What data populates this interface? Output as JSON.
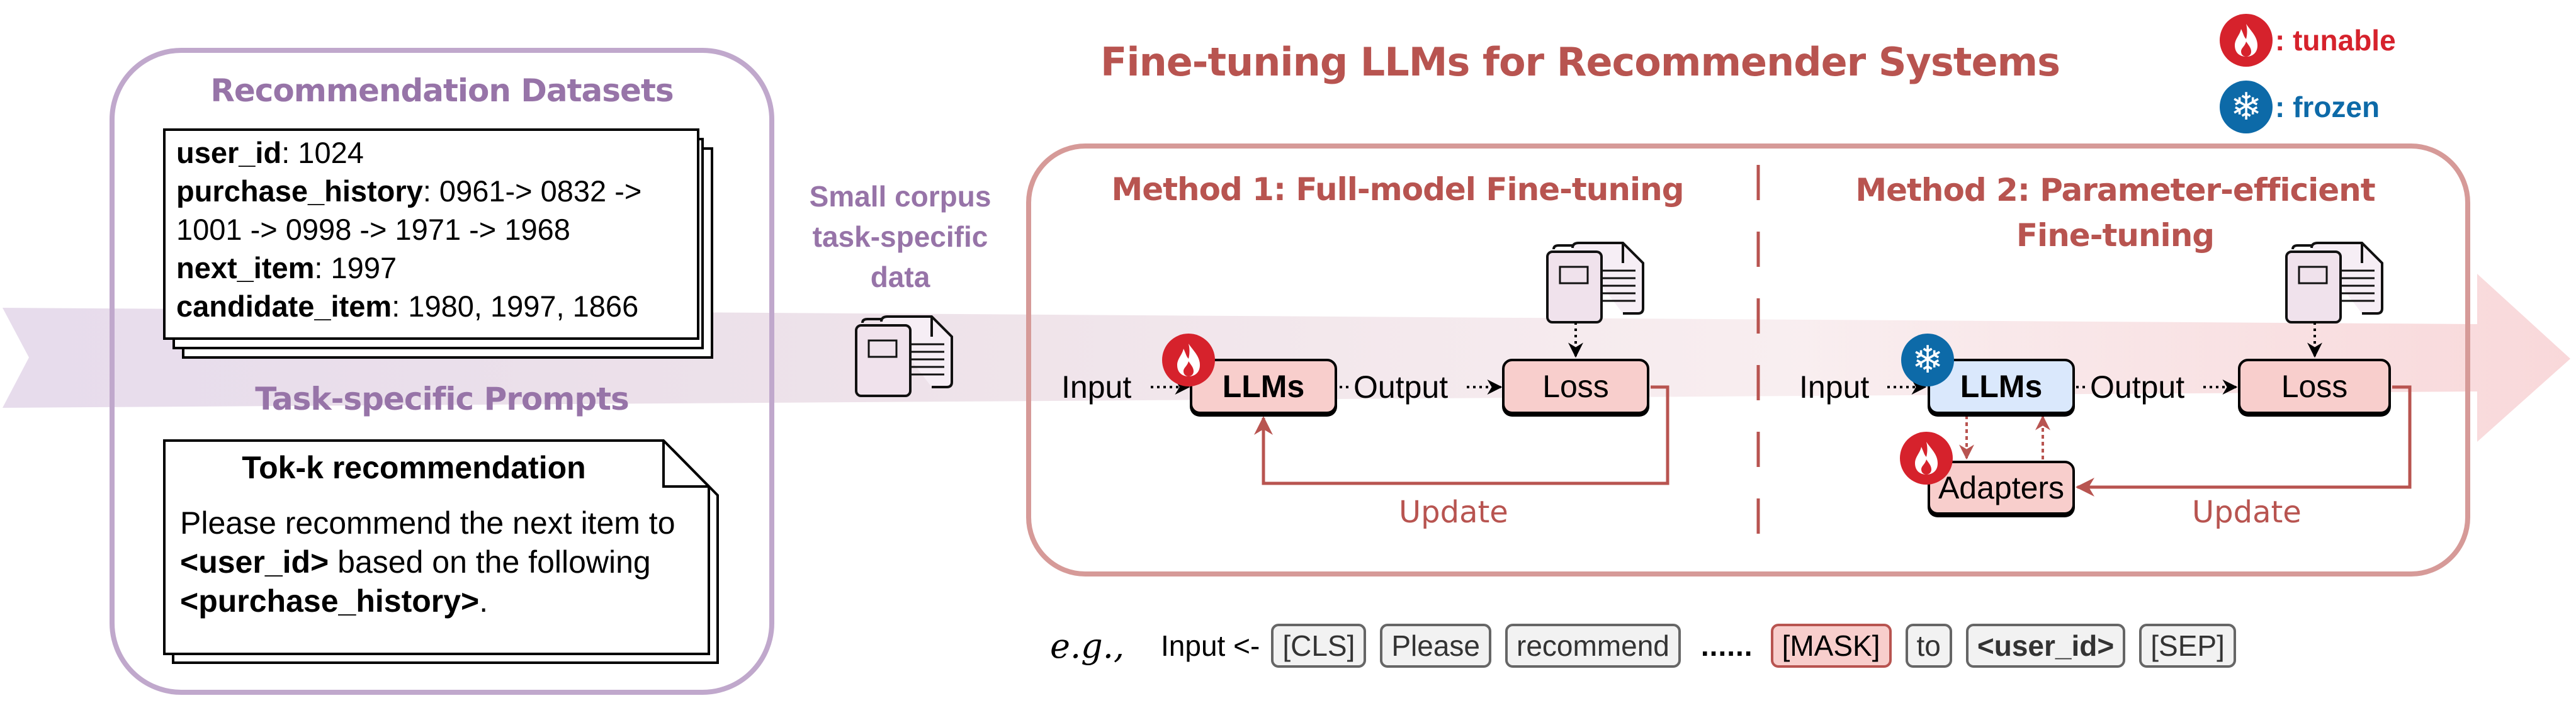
{
  "main_title": "Fine-tuning LLMs for Recommender Systems",
  "legend": {
    "tunable": {
      "icon": "flame-icon",
      "label": ": tunable",
      "color": "#d6222c"
    },
    "frozen": {
      "icon": "snowflake-icon",
      "label": ": frozen",
      "color": "#0d6aa8"
    }
  },
  "left_panel": {
    "datasets_title": "Recommendation Datasets",
    "dataset_record": [
      {
        "key": "user_id",
        "value": ": 1024"
      },
      {
        "key": "purchase_history",
        "value": ": 0961-> 0832 ->"
      },
      {
        "key": "",
        "value": "1001 -> 0998 -> 1971 -> 1968"
      },
      {
        "key": "next_item",
        "value": ": 1997"
      },
      {
        "key": "candidate_item",
        "value": ": 1980, 1997, 1866"
      }
    ],
    "prompts_title": "Task-specific Prompts",
    "prompt": {
      "title": "Tok-k recommendation",
      "line1": "Please recommend the next item to",
      "line2_bold": "<user_id>",
      "line2_rest": " based on the following",
      "line3_bold": "<purchase_history>",
      "line3_rest": "."
    }
  },
  "corpus_label": [
    "Small corpus",
    "task-specific",
    "data"
  ],
  "method1": {
    "title": "Method 1: Full-model Fine-tuning",
    "input": "Input",
    "llm": "LLMs",
    "output": "Output",
    "loss": "Loss",
    "update": "Update",
    "llm_state": "tunable"
  },
  "method2": {
    "title_line1": "Method 2: Parameter-efficient",
    "title_line2": "Fine-tuning",
    "input": "Input",
    "llm": "LLMs",
    "output": "Output",
    "loss": "Loss",
    "adapters": "Adapters",
    "update": "Update",
    "llm_state": "frozen",
    "adapters_state": "tunable"
  },
  "example": {
    "prefix": "e.g.,",
    "input_label": "Input <-",
    "ellipsis": "......",
    "tokens_before": [
      "[CLS]",
      "Please",
      "recommend"
    ],
    "tokens_after": [
      {
        "text": "[MASK]",
        "type": "mask"
      },
      {
        "text": "to",
        "type": "normal"
      },
      {
        "text": "<user_id>",
        "type": "bold"
      },
      {
        "text": "[SEP]",
        "type": "normal"
      }
    ]
  },
  "colors": {
    "purple_accent": "#9774a8",
    "red_accent": "#b85450",
    "node_pink": "#f8cecc",
    "node_blue": "#dae8fc"
  }
}
